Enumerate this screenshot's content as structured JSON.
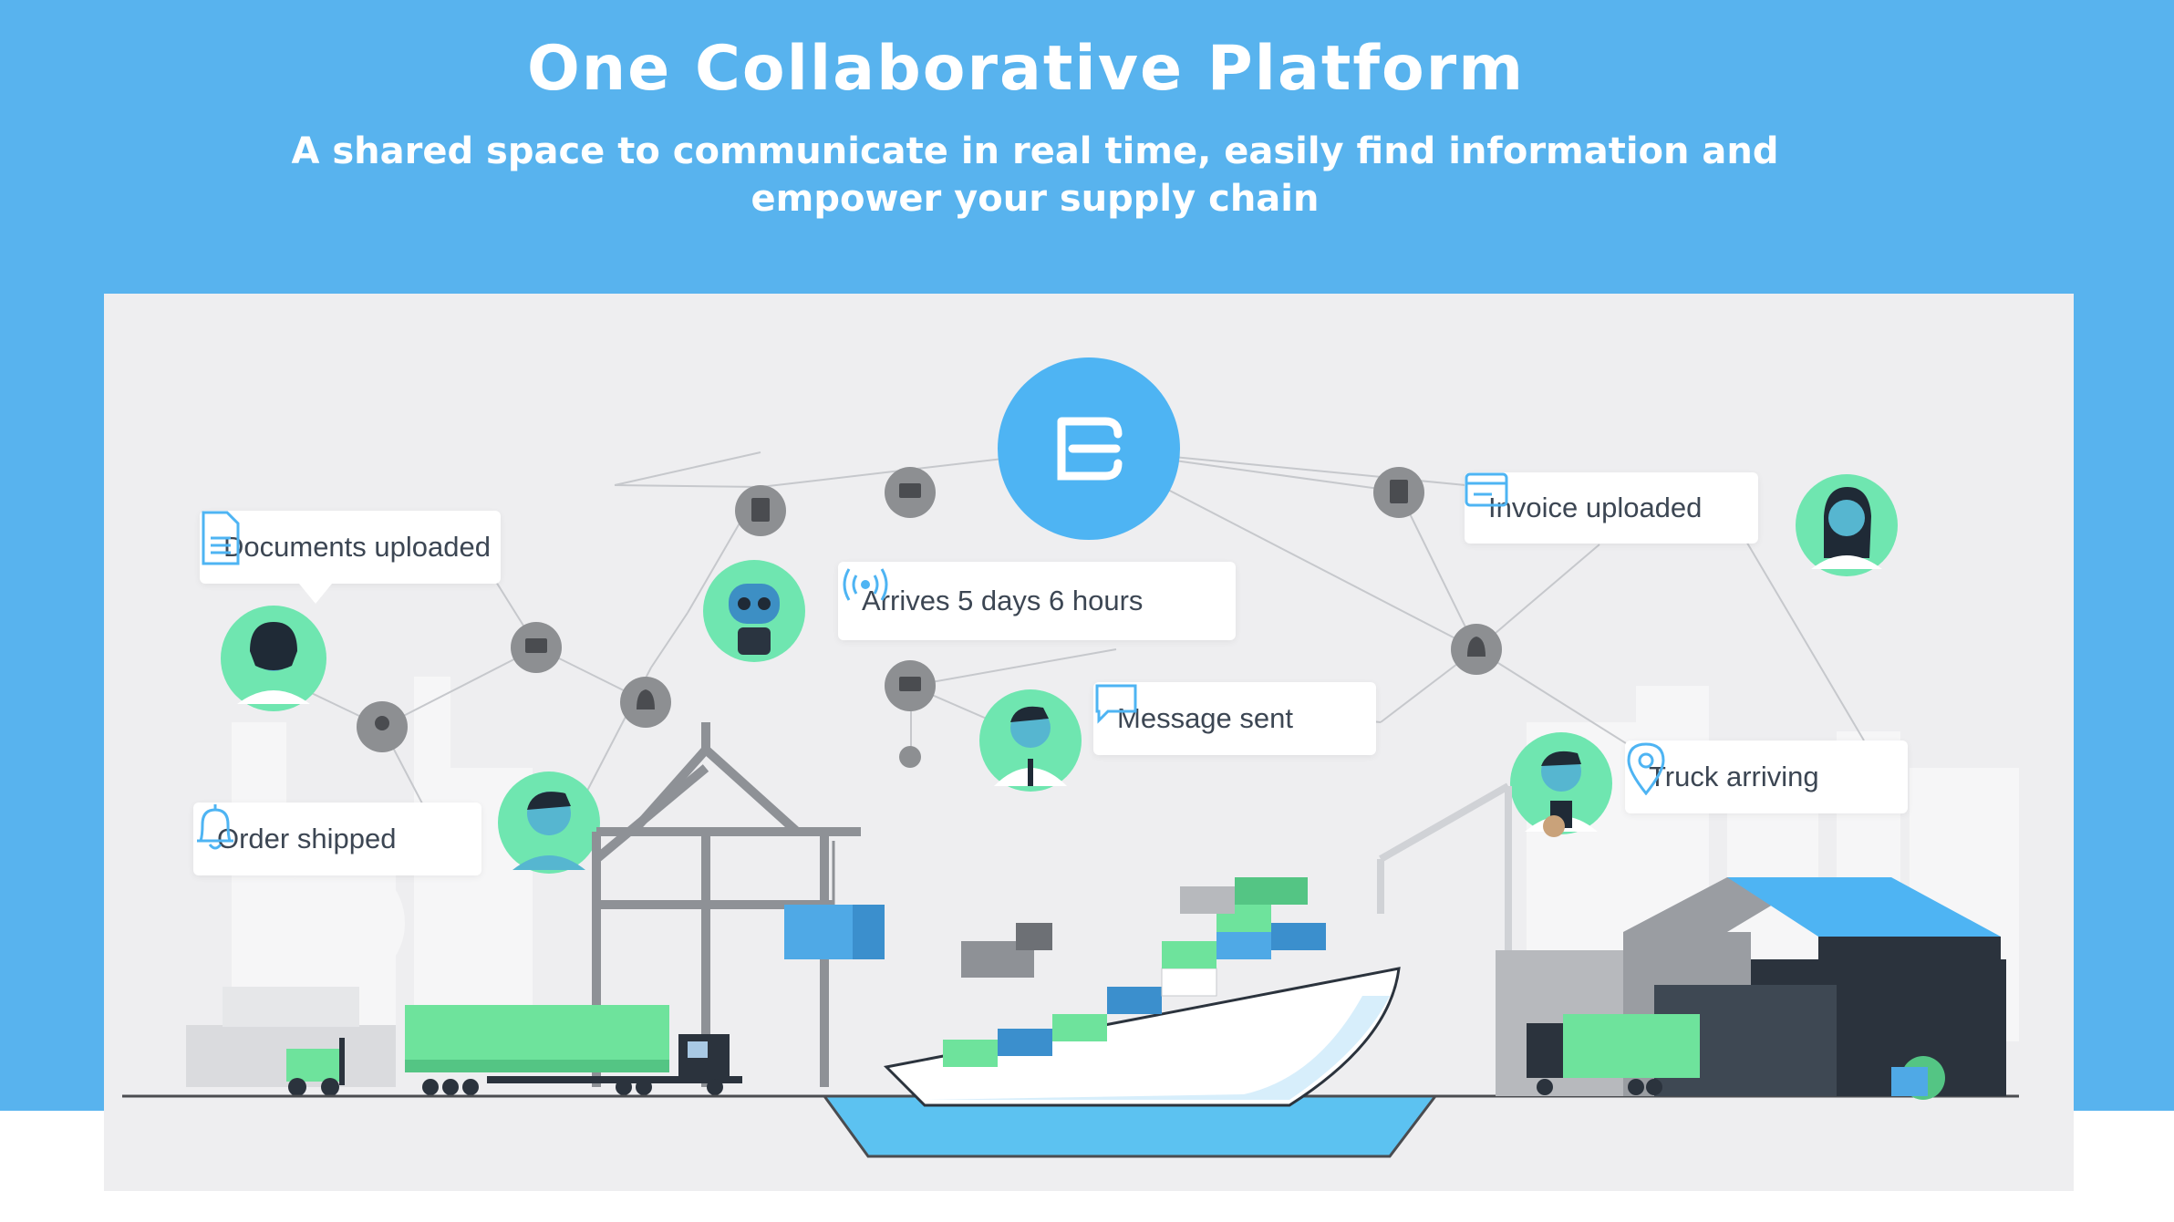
{
  "header": {
    "title": "One Collaborative Platform",
    "subtitle": "A shared space to communicate in real time, easily find information and empower your supply chain"
  },
  "illustration": {
    "hub_icon": "platform-logo-e",
    "notifications": [
      {
        "id": "documents",
        "label": "Documents uploaded",
        "icon": "document-icon"
      },
      {
        "id": "arrives",
        "label": "Arrives 5 days 6 hours",
        "icon": "broadcast-icon"
      },
      {
        "id": "message",
        "label": "Message sent",
        "icon": "chat-bubble-icon"
      },
      {
        "id": "invoice",
        "label": "Invoice uploaded",
        "icon": "credit-card-icon"
      },
      {
        "id": "truck",
        "label": "Truck arriving",
        "icon": "map-pin-icon"
      },
      {
        "id": "order",
        "label": "Order shipped",
        "icon": "bell-icon"
      }
    ]
  },
  "colors": {
    "hero": "#58b3ee",
    "accent": "#4eb4f3",
    "node_gray": "#8d8f92",
    "avatar_green": "#6fe6b0",
    "cargo_green": "#6ee39c",
    "water": "#5cc2f1"
  }
}
